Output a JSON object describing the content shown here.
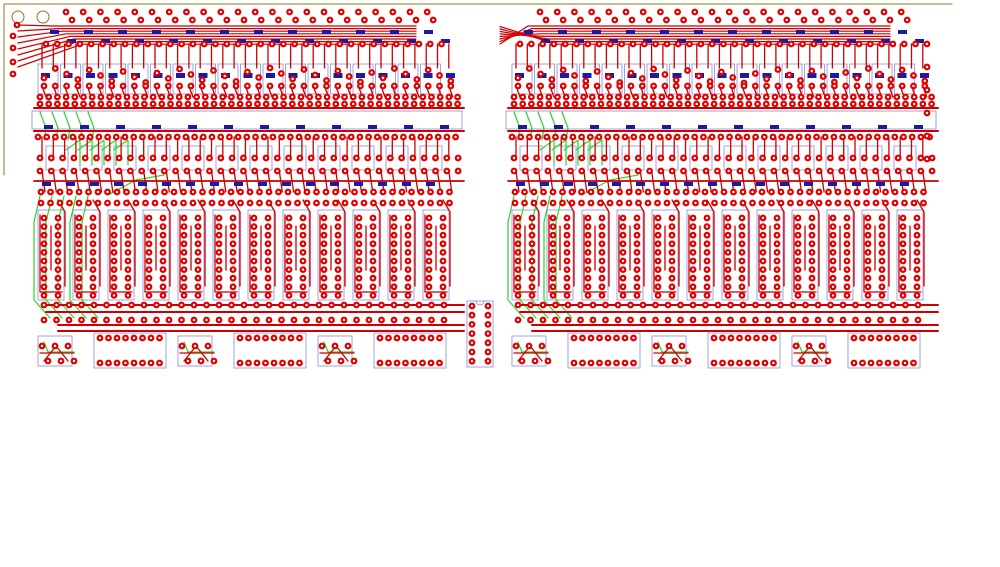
{
  "board": {
    "type": "pcb-layout",
    "labels": [],
    "colors": {
      "background": "#ffffff",
      "outline": "#8a7a1e",
      "top_copper": "#cc0000",
      "pad_fill": "#e00000",
      "pad_hole": "#ffffff",
      "bottom_copper": "#2bd62b",
      "component_outline": "#8c8cd8",
      "smd_pad": "#1a1aa8",
      "mount_hole": "#8a7a1e"
    },
    "structure": {
      "halves": 2,
      "sections_per_half": 3,
      "channels_per_section": 4,
      "top_bus_lines_per_half": 8,
      "connector_strips_per_section": 1,
      "center_ic": "dip-14",
      "mounting_holes": 2
    }
  }
}
